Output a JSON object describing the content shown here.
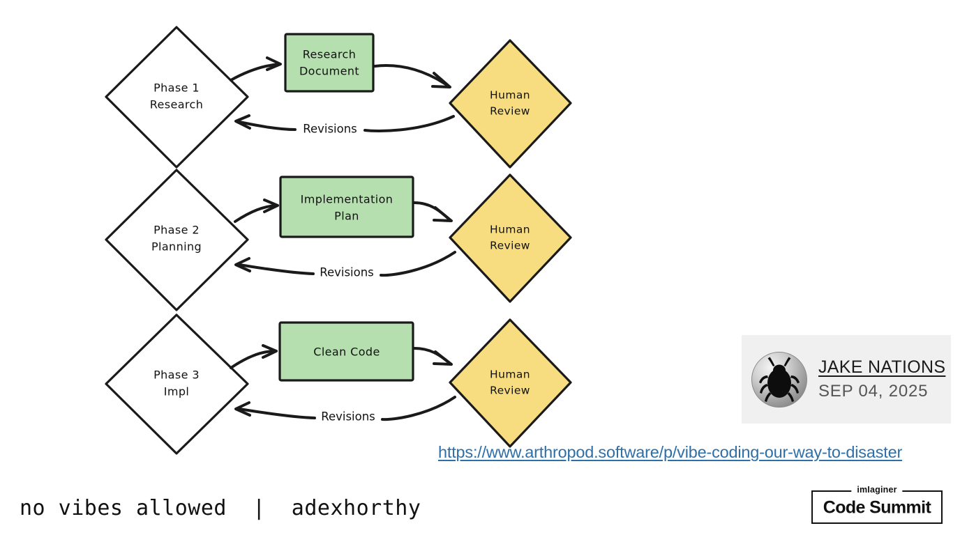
{
  "diagram": {
    "title": "Three-phase workflow with human review loops",
    "colors": {
      "green_box_fill": "#b6dfb0",
      "yellow_diamond_fill": "#f7dd7f",
      "phase_diamond_fill": "#ffffff",
      "stroke": "#1a1a1a",
      "link": "#2f6fa8",
      "card_background": "#f0f0f0"
    },
    "rows": [
      {
        "phase_line1": "Phase 1",
        "phase_line2": "Research",
        "artifact_line1": "Research",
        "artifact_line2": "Document",
        "review_line1": "Human",
        "review_line2": "Review",
        "feedback_label": "Revisions"
      },
      {
        "phase_line1": "Phase 2",
        "phase_line2": "Planning",
        "artifact_line1": "Implementation",
        "artifact_line2": "Plan",
        "review_line1": "Human",
        "review_line2": "Review",
        "feedback_label": "Revisions"
      },
      {
        "phase_line1": "Phase 3",
        "phase_line2": "Impl",
        "artifact_line1": "Clean Code",
        "artifact_line2": "",
        "review_line1": "Human",
        "review_line2": "Review",
        "feedback_label": "Revisions"
      }
    ]
  },
  "source": {
    "url": "https://www.arthropod.software/p/vibe-coding-our-way-to-disaster"
  },
  "author": {
    "name": "JAKE NATIONS",
    "date": "SEP 04, 2025",
    "avatar_icon": "beetle-icon"
  },
  "footer": {
    "text": "no vibes allowed  |  adexhorthy"
  },
  "logo": {
    "brand": "imIaginer",
    "name": "Code Summit"
  }
}
